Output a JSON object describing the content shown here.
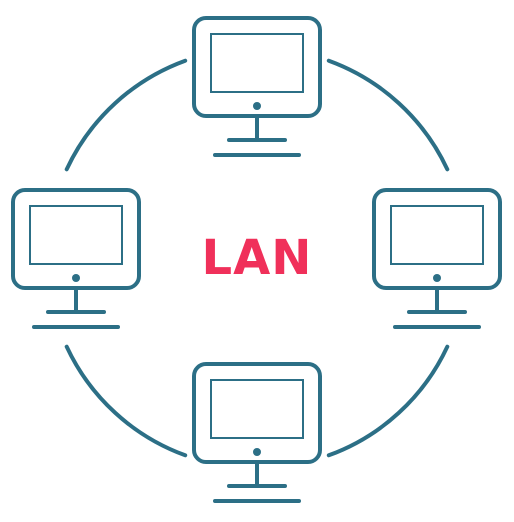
{
  "diagram": {
    "label": "LAN",
    "nodes": [
      {
        "id": "top",
        "icon": "monitor-icon"
      },
      {
        "id": "left",
        "icon": "monitor-icon"
      },
      {
        "id": "right",
        "icon": "monitor-icon"
      },
      {
        "id": "bottom",
        "icon": "monitor-icon"
      }
    ],
    "links": [
      {
        "from": "top",
        "to": "right"
      },
      {
        "from": "right",
        "to": "bottom"
      },
      {
        "from": "bottom",
        "to": "left"
      },
      {
        "from": "left",
        "to": "top"
      }
    ]
  },
  "colors": {
    "stroke": "#2c6f86",
    "label": "#f0305a",
    "background": "#ffffff"
  }
}
